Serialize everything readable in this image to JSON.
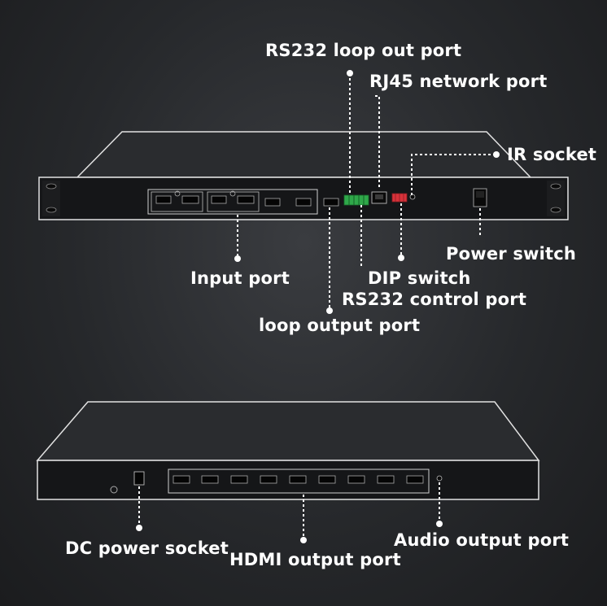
{
  "front_labels": {
    "rs232_loop_out": "RS232 loop out port",
    "rj45": "RJ45 network port",
    "ir_socket": "IR socket",
    "power_switch": "Power switch",
    "input_port": "Input port",
    "dip_switch": "DIP switch",
    "rs232_control": "RS232 control port",
    "loop_output": "loop output port"
  },
  "rear_labels": {
    "dc_power": "DC power socket",
    "hdmi_output": "HDMI output port",
    "audio_output": "Audio output port"
  },
  "colors": {
    "chassis": "#141517",
    "outline": "#d8d8d8",
    "terminal_green": "#2fa84a",
    "dip_red": "#d8323a",
    "text": "#ffffff"
  }
}
